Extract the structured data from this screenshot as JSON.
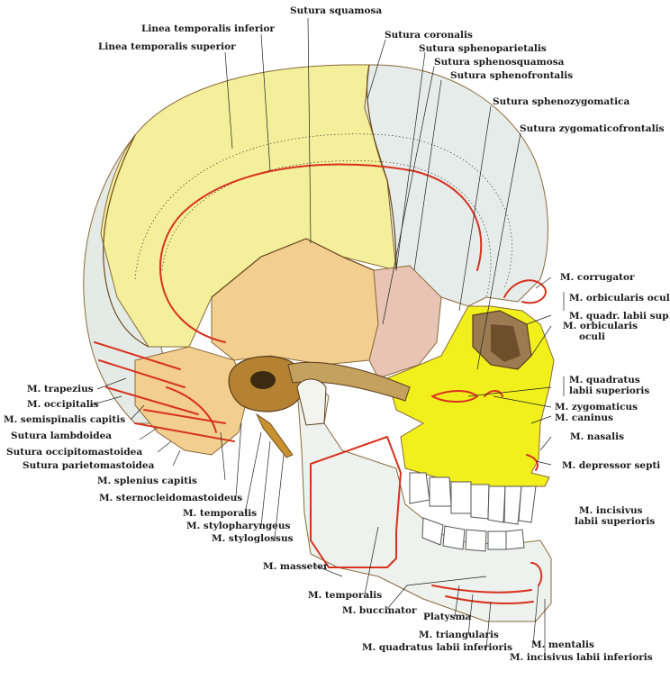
{
  "colors": {
    "parietal": "#f3ef9a",
    "temporal": "#f2cf8e",
    "frontal": "#e6ecea",
    "occipital": "#e4ebe6",
    "sphenoid": "#e8c4b4",
    "maxilla": "#f1ef1c",
    "mandible": "#edf2ee",
    "muscle_outline": "#d8321f",
    "bone_dark": "#a8741f"
  },
  "labels": {
    "top": [
      "Linea temporalis inferior",
      "Linea temporalis superior",
      "Sutura squamosa",
      "Sutura coronalis",
      "Sutura sphenoparietalis",
      "Sutura sphenosquamosa",
      "Sutura sphenofrontalis",
      "Sutura sphenozygomatica",
      "Sutura zygomaticofrontalis"
    ],
    "right": [
      "M. corrugator",
      "M. orbicularis oculi",
      "M. quadr. labii sup.",
      "M. orbicularis",
      "oculi",
      "M. quadratus",
      "labii superioris",
      "M. zygomaticus",
      "M. caninus",
      "M. nasalis",
      "M. depressor septi",
      "M. incisivus",
      "labii superioris"
    ],
    "left": [
      "M. trapezius",
      "M. occipitalis",
      "M. semispinalis capitis",
      "Sutura lambdoidea",
      "Sutura occipitomastoidea",
      "Sutura parietomastoidea",
      "M. splenius capitis",
      "M. sternocleidomastoideus",
      "M. temporalis",
      "M. stylopharyngeus",
      "M. styloglossus"
    ],
    "bottom": [
      "M. masseter",
      "M. temporalis",
      "M. buccinator",
      "Platysma",
      "M. triangularis",
      "M. quadratus labii inferioris",
      "M. mentalis",
      "M. incisivus labii inferioris"
    ]
  }
}
